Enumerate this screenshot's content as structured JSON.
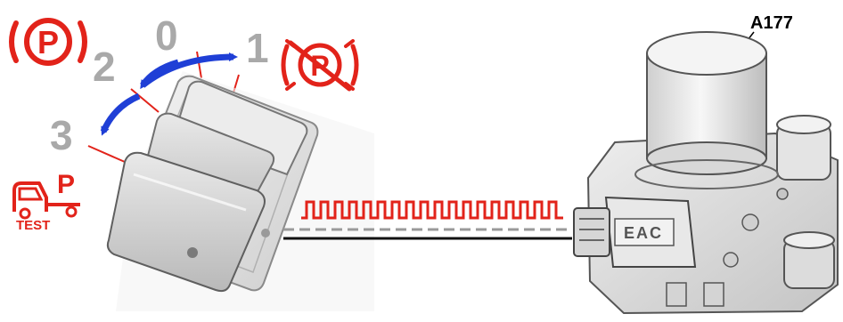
{
  "switch": {
    "positions": [
      "0",
      "1",
      "2",
      "3"
    ]
  },
  "icons": {
    "park_brake_applied": "park-brake-applied-icon",
    "park_brake_released": "park-brake-released-icon",
    "trailer_test": "trailer-test-icon",
    "park_letter": "P",
    "test_label": "TEST"
  },
  "unit": {
    "label": "A177",
    "module_text": "EAC"
  },
  "colors": {
    "warning_red": "#e2231a",
    "arrow_blue": "#1f3fd6",
    "position_gray": "#a9a9a9",
    "signal_red": "#e2231a"
  }
}
